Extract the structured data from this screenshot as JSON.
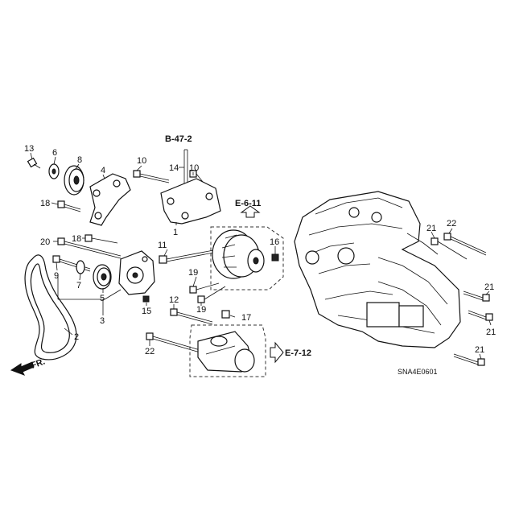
{
  "diagram": {
    "code": "SNA4E0601",
    "direction_label": "FR.",
    "refs": {
      "b47": "B-47-2",
      "e611": "E-6-11",
      "e712": "E-7-12"
    },
    "callouts": {
      "c1": "1",
      "c2": "2",
      "c3": "3",
      "c4": "4",
      "c5": "5",
      "c6": "6",
      "c7": "7",
      "c8": "8",
      "c9": "9",
      "c10a": "10",
      "c10b": "10",
      "c11": "11",
      "c12": "12",
      "c13": "13",
      "c14": "14",
      "c15": "15",
      "c16": "16",
      "c17": "17",
      "c18a": "18",
      "c18b": "18",
      "c19a": "19",
      "c19b": "19",
      "c20": "20",
      "c21a": "21",
      "c21b": "21",
      "c21c": "21",
      "c21d": "21",
      "c22a": "22",
      "c22b": "22"
    }
  }
}
